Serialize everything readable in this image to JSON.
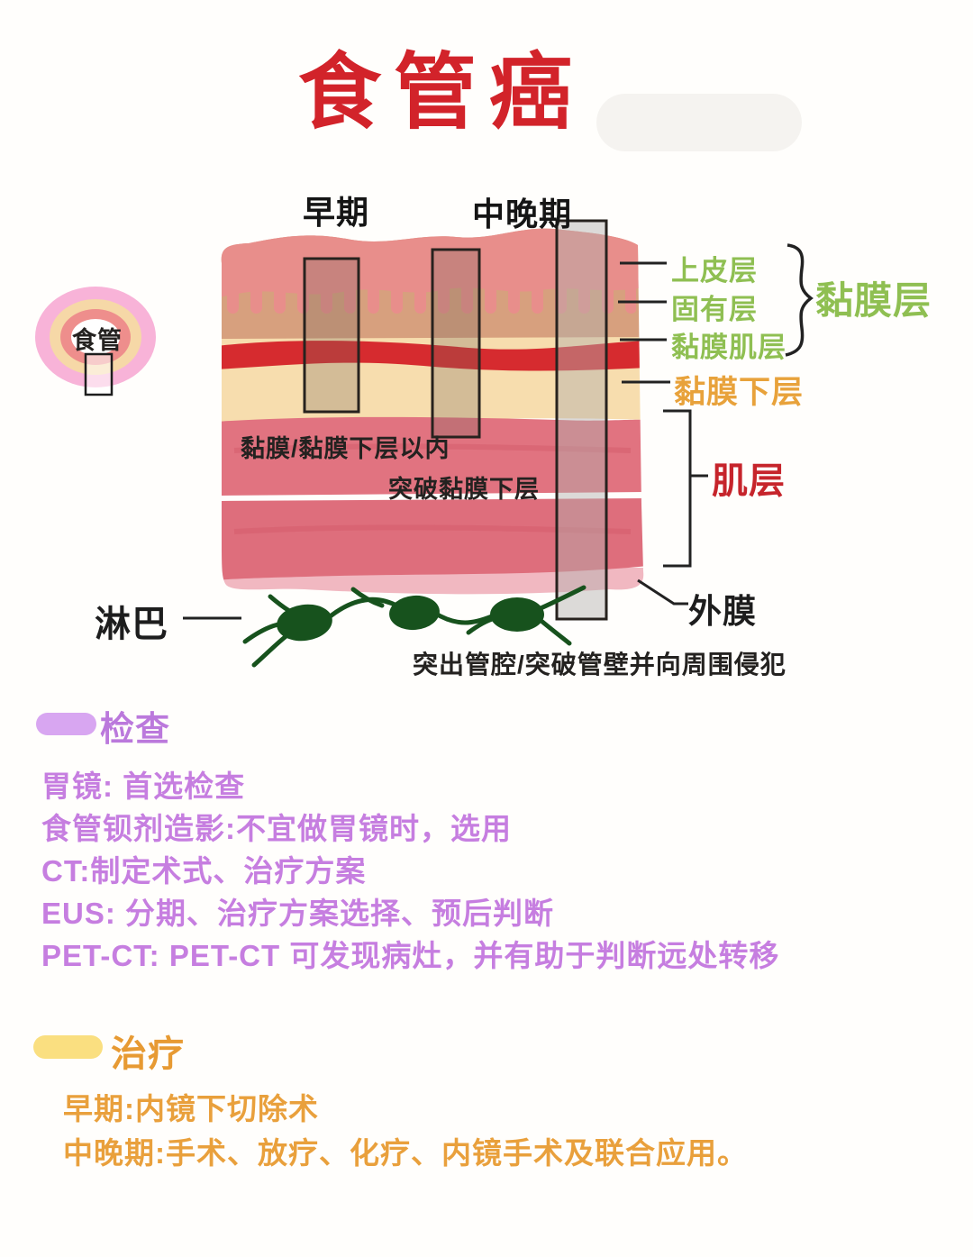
{
  "title": "食管癌",
  "diagram": {
    "stages": {
      "early": "早期",
      "mid_late": "中晚期"
    },
    "esophagus": "食管",
    "layers": {
      "epithelium": "上皮层",
      "lamina_propria": "固有层",
      "muscularis_mucosae": "黏膜肌层",
      "mucosa_group": "黏膜层",
      "submucosa": "黏膜下层",
      "muscle": "肌层",
      "adventitia": "外膜"
    },
    "invasion_notes": {
      "early": "黏膜/黏膜下层以内",
      "mid_late": "突破黏膜下层",
      "advanced": "突出管腔/突破管壁并向周围侵犯"
    },
    "lymph": "淋巴"
  },
  "sections": {
    "exam": {
      "heading": "检查",
      "lines": [
        "胃镜: 首选检查",
        "食管钡剂造影:不宜做胃镜时，选用",
        "CT:制定术式、治疗方案",
        "EUS: 分期、治疗方案选择、预后判断",
        "PET-CT: PET-CT 可发现病灶，并有助于判断远处转移"
      ]
    },
    "treatment": {
      "heading": "治疗",
      "lines": [
        "早期:内镜下切除术",
        "中晚期:手术、放疗、化疗、内镜手术及联合应用。"
      ]
    }
  },
  "colors": {
    "title_red": "#d2232a",
    "mucosa_green": "#8fbf52",
    "submucosa_orange": "#e8a23b",
    "muscle_red": "#c6242b",
    "exam_purple": "#c67ee0",
    "exam_pill_purple": "#d8a6f1",
    "treatment_orange": "#e9a03c",
    "treatment_pill_yellow": "#fadf80",
    "lymph_green": "#17521d",
    "wall_epithelium": "#e88e8b",
    "wall_lamina": "#d7a07e",
    "wall_muscularis_mucosae": "#d62b2f",
    "wall_submucosa": "#f7ddae",
    "wall_muscle": "#e17380",
    "wall_adventitia": "#f1b8c1"
  }
}
